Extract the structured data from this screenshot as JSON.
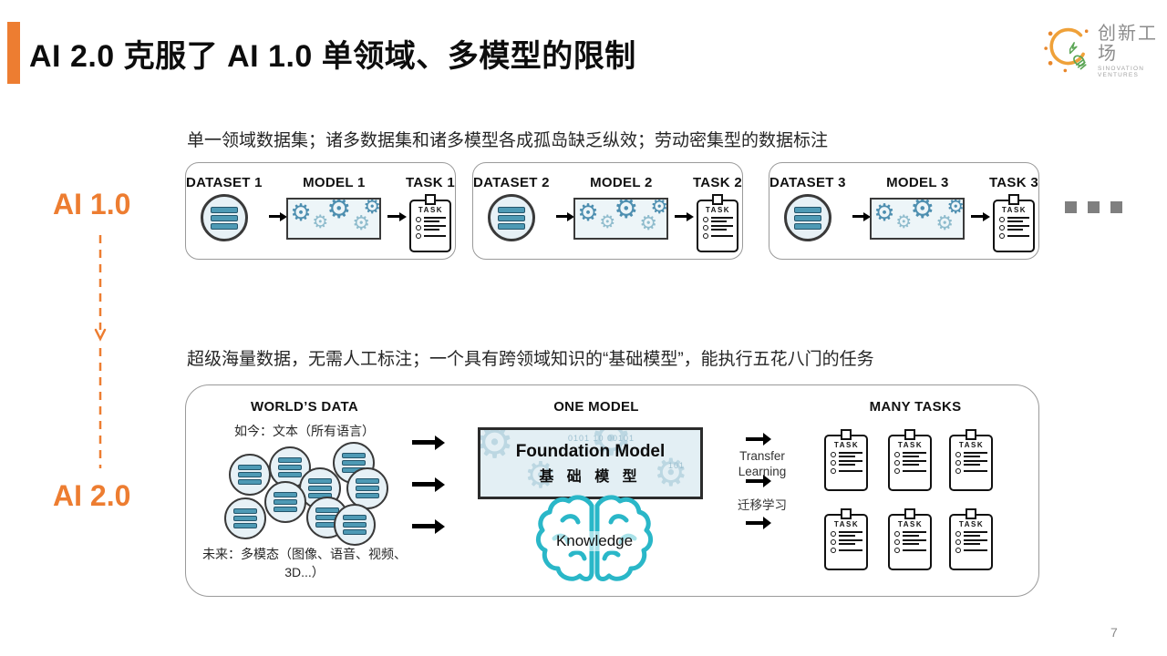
{
  "slide": {
    "title": "AI 2.0 克服了 AI 1.0 单领域、多模型的限制",
    "page_number": "7",
    "accent_color": "#ED7D31"
  },
  "logo": {
    "name": "创新工场",
    "subtitle": "SINOVATION VENTURES"
  },
  "icons": {
    "task_label": "TASK"
  },
  "ai1": {
    "label": "AI 1.0",
    "description": "单一领域数据集；诸多数据集和诸多模型各成孤岛缺乏纵效；劳动密集型的数据标注",
    "pipelines": [
      {
        "dataset": "DATASET 1",
        "model": "MODEL 1",
        "task": "TASK 1"
      },
      {
        "dataset": "DATASET 2",
        "model": "MODEL 2",
        "task": "TASK 2"
      },
      {
        "dataset": "DATASET 3",
        "model": "MODEL 3",
        "task": "TASK 3"
      }
    ],
    "ellipsis": "..."
  },
  "ai2": {
    "label": "AI 2.0",
    "description": "超级海量数据，无需人工标注；一个具有跨领域知识的“基础模型”，能执行五花八门的任务",
    "worlds_data": {
      "header": "WORLD’S DATA",
      "now": "如今：文本（所有语言）",
      "future": "未来：多模态（图像、语音、视频、3D...）"
    },
    "one_model": {
      "header": "ONE MODEL",
      "title_en": "Foundation Model",
      "title_zh": "基 础 模 型",
      "knowledge_label": "Knowledge"
    },
    "transfer": {
      "en_line1": "Transfer",
      "en_line2": "Learning",
      "zh": "迁移学习"
    },
    "many_tasks": {
      "header": "MANY TASKS"
    }
  }
}
